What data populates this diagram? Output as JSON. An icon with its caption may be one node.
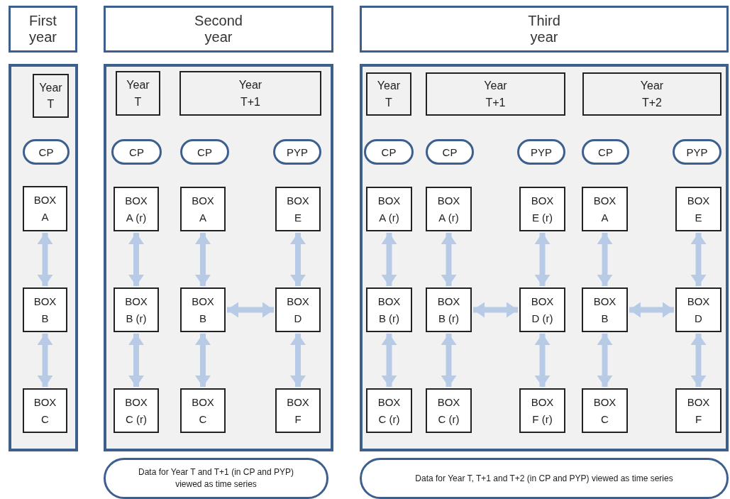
{
  "diagram": {
    "nodes": [
      {
        "text": [
          "First year"
        ]
      },
      {
        "text": [
          "Second year"
        ]
      },
      {
        "text": [
          "Third year"
        ]
      },
      {
        "text": [],
        "shape": "box"
      },
      {
        "text": [
          "Year T"
        ],
        "in": 3
      },
      {
        "text": [
          "CP"
        ],
        "in": 3
      },
      {
        "text": [
          "BOX A"
        ],
        "in": 3
      },
      {
        "text": [
          "BOX B"
        ],
        "in": 3
      },
      {
        "text": [
          "BOX C"
        ],
        "in": 3
      },
      {
        "text": [],
        "shape": "box"
      },
      {
        "text": [
          "Year T"
        ],
        "in": 9
      },
      {
        "text": [
          "Year T+1"
        ],
        "in": 9
      },
      {
        "text": [
          "CP"
        ],
        "in": 9
      },
      {
        "text": [
          "CP"
        ],
        "in": 9
      },
      {
        "text": [
          "PYP"
        ],
        "in": 9
      },
      {
        "text": [
          "BOX A (r)"
        ],
        "in": 9
      },
      {
        "text": [
          "BOX A"
        ],
        "in": 9
      },
      {
        "text": [
          "BOX E"
        ],
        "in": 9
      },
      {
        "text": [
          "BOX B (r)"
        ],
        "in": 9
      },
      {
        "text": [
          "BOX B"
        ],
        "in": 9
      },
      {
        "text": [
          "BOX D"
        ],
        "in": 9
      },
      {
        "text": [
          "BOX C (r)"
        ],
        "in": 9
      },
      {
        "text": [
          "BOX C"
        ],
        "in": 9
      },
      {
        "text": [
          "BOX F"
        ],
        "in": 9
      },
      {
        "text": [],
        "shape": "box"
      },
      {
        "text": [
          "Year T"
        ],
        "in": 24
      },
      {
        "text": [
          "Year T+1"
        ],
        "in": 24
      },
      {
        "text": [
          "Year T+2"
        ],
        "in": 24
      },
      {
        "text": [
          "CP"
        ],
        "in": 24
      },
      {
        "text": [
          "CP"
        ],
        "in": 24
      },
      {
        "text": [
          "PYP"
        ],
        "in": 24
      },
      {
        "text": [
          "CP"
        ],
        "in": 24
      },
      {
        "text": [
          "PYP"
        ],
        "in": 24
      },
      {
        "text": [
          "BOX A (r)"
        ],
        "in": 24
      },
      {
        "text": [
          "BOX A (r)"
        ],
        "in": 24
      },
      {
        "text": [
          "BOX E (r)"
        ],
        "in": 24
      },
      {
        "text": [
          "BOX A"
        ],
        "in": 24
      },
      {
        "text": [
          "BOX E"
        ],
        "in": 24
      },
      {
        "text": [
          "BOX B (r)"
        ],
        "in": 24
      },
      {
        "text": [
          "BOX B (r)"
        ],
        "in": 24
      },
      {
        "text": [
          "BOX D (r)"
        ],
        "in": 24
      },
      {
        "text": [
          "BOX B"
        ],
        "in": 24
      },
      {
        "text": [
          "BOX D"
        ],
        "in": 24
      },
      {
        "text": [
          "BOX C (r)"
        ],
        "in": 24
      },
      {
        "text": [
          "BOX C (r)"
        ],
        "in": 24
      },
      {
        "text": [
          "BOX F (r)"
        ],
        "in": 24
      },
      {
        "text": [
          "BOX C"
        ],
        "in": 24
      },
      {
        "text": [
          "BOX F"
        ],
        "in": 24
      },
      {
        "text": [
          "Data for Year T and T+1 (in CP and PYP) viewed as time series"
        ]
      },
      {
        "text": [
          "Data for Year T, T+1 and T+2 (in CP and PYP) viewed as time series"
        ]
      }
    ],
    "edges": [
      {
        "from": 6,
        "to": 7,
        "arrow": "both"
      },
      {
        "from": 7,
        "to": 8,
        "arrow": "both"
      },
      {
        "from": 15,
        "to": 18,
        "arrow": "both"
      },
      {
        "from": 18,
        "to": 21,
        "arrow": "both"
      },
      {
        "from": 16,
        "to": 19,
        "arrow": "both"
      },
      {
        "from": 19,
        "to": 22,
        "arrow": "both"
      },
      {
        "from": 17,
        "to": 20,
        "arrow": "both"
      },
      {
        "from": 20,
        "to": 23,
        "arrow": "both"
      },
      {
        "from": 19,
        "to": 20,
        "arrow": "both"
      },
      {
        "from": 33,
        "to": 38,
        "arrow": "both"
      },
      {
        "from": 38,
        "to": 43,
        "arrow": "both"
      },
      {
        "from": 34,
        "to": 39,
        "arrow": "both"
      },
      {
        "from": 39,
        "to": 44,
        "arrow": "both"
      },
      {
        "from": 35,
        "to": 40,
        "arrow": "both"
      },
      {
        "from": 40,
        "to": 45,
        "arrow": "both"
      },
      {
        "from": 36,
        "to": 41,
        "arrow": "both"
      },
      {
        "from": 41,
        "to": 46,
        "arrow": "both"
      },
      {
        "from": 37,
        "to": 42,
        "arrow": "both"
      },
      {
        "from": 42,
        "to": 47,
        "arrow": "both"
      },
      {
        "from": 39,
        "to": 40,
        "arrow": "both"
      },
      {
        "from": 41,
        "to": 42,
        "arrow": "both"
      }
    ]
  }
}
